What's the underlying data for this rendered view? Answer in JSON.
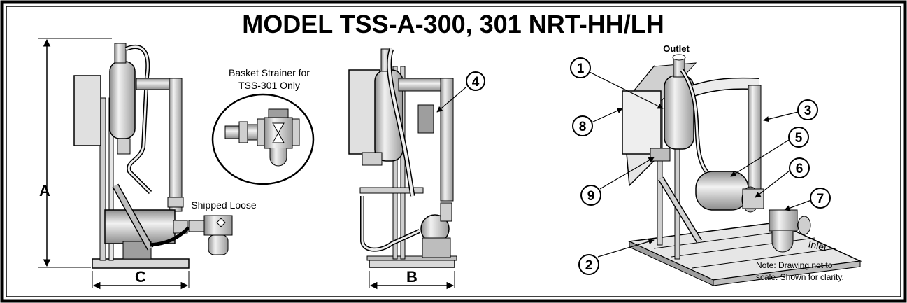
{
  "title": "MODEL TSS-A-300, 301 NRT-HH/LH",
  "dimensions": {
    "a": "A",
    "b": "B",
    "c": "C"
  },
  "labels": {
    "basket_line1": "Basket Strainer for",
    "basket_line2": "TSS-301 Only",
    "shipped_loose": "Shipped Loose",
    "outlet": "Outlet",
    "inlet": "Inlet",
    "note_line1": "Note: Drawing not to",
    "note_line2": "scale. Shown for clarity."
  },
  "callouts": [
    "1",
    "2",
    "3",
    "4",
    "5",
    "6",
    "7",
    "8",
    "9"
  ],
  "colors": {
    "ink": "#000000",
    "fill_light": "#e6e6e6",
    "fill_mid": "#bdbdbd",
    "fill_dark": "#7a7a7a"
  }
}
